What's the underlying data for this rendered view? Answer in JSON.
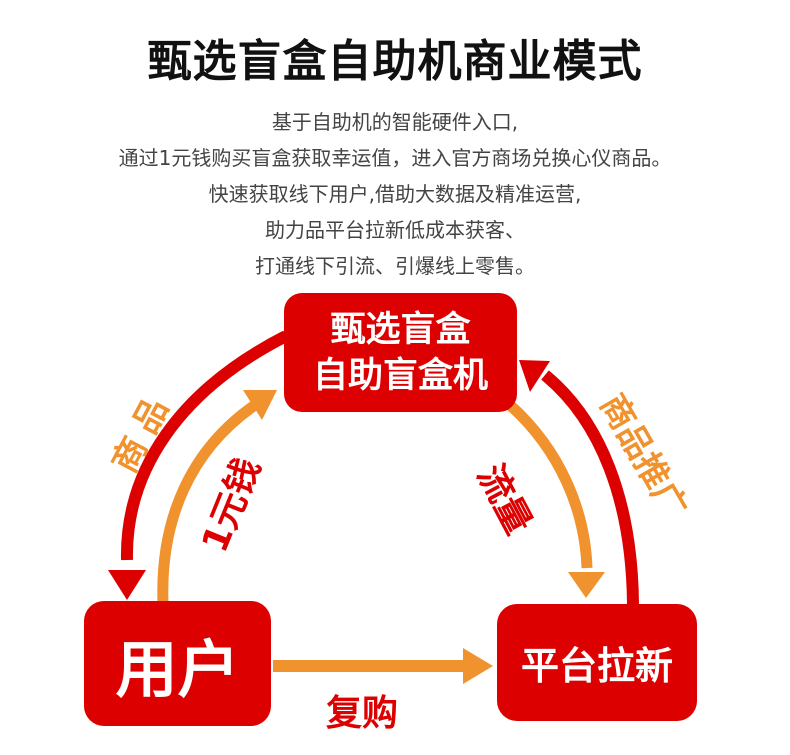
{
  "header": {
    "title": "甄选盲盒自助机商业模式",
    "description": [
      "基于自助机的智能硬件入口,",
      "通过1元钱购买盲盒获取幸运值，进入官方商场兑换心仪商品。",
      "快速获取线下用户,借助大数据及精准运营,",
      "助力品平台拉新低成本获客、",
      "打通线下引流、引爆线上零售。"
    ]
  },
  "diagram": {
    "nodes": {
      "top": {
        "line1": "甄选盲盒",
        "line2": "自助盲盒机"
      },
      "user": {
        "label": "用户"
      },
      "platform": {
        "label": "平台拉新"
      }
    },
    "edges": {
      "machine_to_user": {
        "label": "商品"
      },
      "user_to_machine": {
        "label": "1元钱"
      },
      "machine_to_platform": {
        "label": "流量"
      },
      "platform_to_machine": {
        "label": "商品推广"
      },
      "user_to_platform": {
        "label": "复购"
      }
    },
    "colors": {
      "red": "#dd0000",
      "orange": "#f0922e",
      "title_text": "#111111",
      "body_text": "#444444"
    }
  }
}
